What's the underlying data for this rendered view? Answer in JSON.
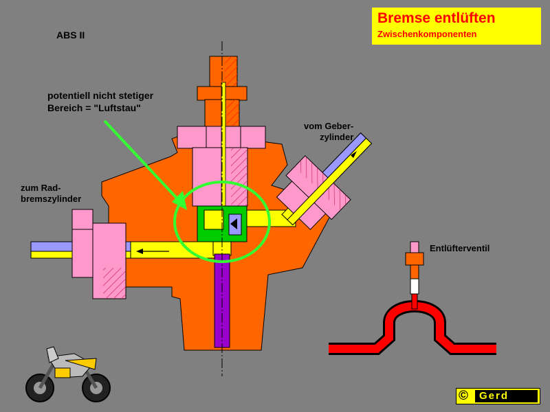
{
  "title": {
    "main": "Bremse entlüften",
    "sub": "Zwischenkomponenten"
  },
  "labels": {
    "abs": "ABS II",
    "note": "potentiell nicht stetiger\nBereich = \"Luftstau\"",
    "to_wheel_cylinder": "zum Rad-\nbremszylinder",
    "from_master_cylinder": "vom Geber-\nzylinder",
    "bleed_valve": "Entlüfterventil"
  },
  "copyright": {
    "symbol": "©",
    "name": "Gerd"
  },
  "colors": {
    "background": "#808080",
    "housing": "#ff6600",
    "bolt": "#ff99cc",
    "brake_fluid": "#ffff00",
    "air_channel": "#9999ff",
    "plunger": "#9900cc",
    "check_valve": "#00cc00",
    "highlight": "#33ff33",
    "title_box": "#ffff00",
    "title_text": "#ff0000",
    "bleed_line": "#ff0000"
  }
}
